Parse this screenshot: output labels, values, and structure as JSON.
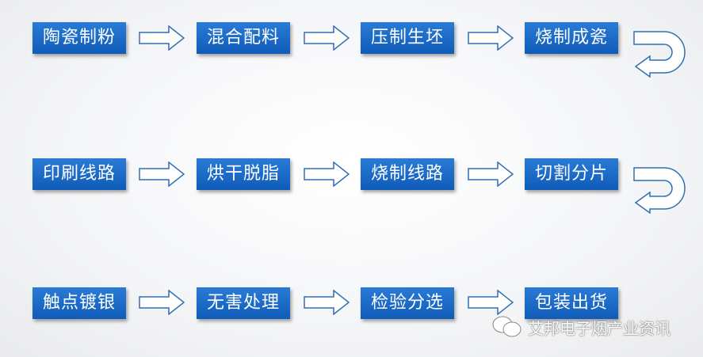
{
  "rows": [
    [
      "陶瓷制粉",
      "混合配料",
      "压制生坯",
      "烧制成瓷"
    ],
    [
      "印刷线路",
      "烘干脱脂",
      "烧制线路",
      "切割分片"
    ],
    [
      "触点镀银",
      "无害处理",
      "检验分选",
      "包装出货"
    ]
  ],
  "watermark": "艾邦电子烟产业资讯",
  "colors": {
    "box": "#1666c4",
    "arrow_stroke": "#2f6fb3"
  }
}
